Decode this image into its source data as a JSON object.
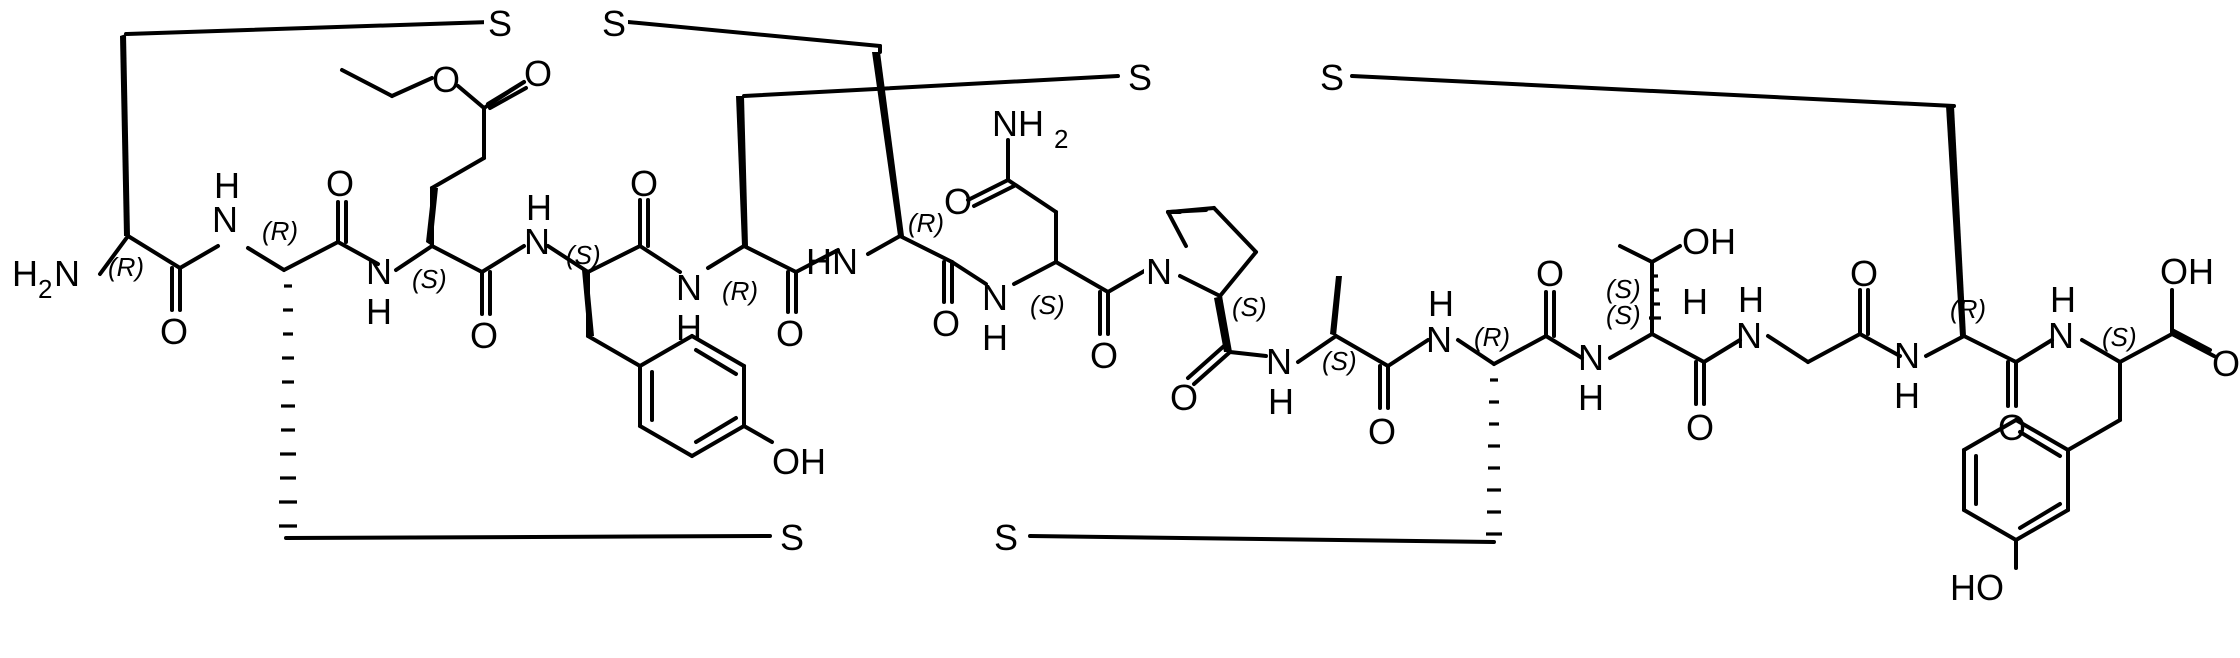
{
  "atoms": {
    "S": "S",
    "N": "N",
    "O": "O",
    "H": "H",
    "NH": "NH",
    "HN": "HN",
    "H2N_main": "H",
    "H2N_sub": "2",
    "H2N_tail": "N",
    "NH2_main": "NH",
    "NH2_sub": "2",
    "OH": "OH",
    "HO": "HO"
  },
  "stereo": {
    "R": "(R)",
    "S": "(S)"
  },
  "colors": {
    "ink": "#000000",
    "background": "#ffffff"
  }
}
